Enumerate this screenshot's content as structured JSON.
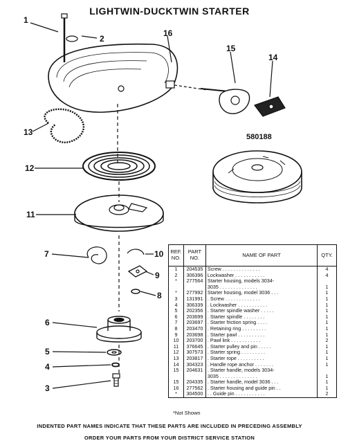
{
  "title": "LIGHTWIN-DUCKTWIN STARTER",
  "callouts": [
    "1",
    "2",
    "16",
    "15",
    "14",
    "13",
    "12",
    "11",
    "7",
    "10",
    "9",
    "8",
    "6",
    "5",
    "4",
    "3"
  ],
  "ref_part_number": "580188",
  "table": {
    "headers": {
      "ref": "REF. NO.",
      "part": "PART NO.",
      "name": "NAME OF PART",
      "qty": "QTY."
    },
    "rows": [
      {
        "ref": "1",
        "part": "204535",
        "name": "Screw . . . . . . . . . . . . . .",
        "qty": "4"
      },
      {
        "ref": "2",
        "part": "306396",
        "name": "Lockwasher . . . . . . . . . . .",
        "qty": "4"
      },
      {
        "ref": "*",
        "part": "277564",
        "name": "Starter housing, models 3034-",
        "qty": ""
      },
      {
        "ref": "",
        "part": "",
        "name": "3035 . . . . . . . . . . . . . .",
        "qty": "1"
      },
      {
        "ref": "*",
        "part": "277992",
        "name": "Starter housing, model 3036 . . .",
        "qty": "1"
      },
      {
        "ref": "3",
        "part": "131991",
        "name": ". Screw . . . . . . . . . . . . .",
        "qty": "1"
      },
      {
        "ref": "4",
        "part": "306339",
        "name": ". Lockwasher . . . . . . . . . . .",
        "qty": "1"
      },
      {
        "ref": "5",
        "part": "202356",
        "name": ". Starter spindle washer . . . . .",
        "qty": "1"
      },
      {
        "ref": "6",
        "part": "203699",
        "name": ". Starter spindle . . . . . . . .",
        "qty": "1"
      },
      {
        "ref": "7",
        "part": "203697",
        "name": ". Starter friction spring . . . .",
        "qty": "1"
      },
      {
        "ref": "8",
        "part": "203470",
        "name": ". Retaining ring . . . . . . . . .",
        "qty": "1"
      },
      {
        "ref": "9",
        "part": "203698",
        "name": ". Starter pawl . . . . . . . . . .",
        "qty": "1"
      },
      {
        "ref": "10",
        "part": "203700",
        "name": ". Pawl link . . . . . . . . . . .",
        "qty": "2"
      },
      {
        "ref": "11",
        "part": "376645",
        "name": ". Starter pulley and pin . . . . .",
        "qty": "1"
      },
      {
        "ref": "12",
        "part": "307573",
        "name": ". Starter spring . . . . . . . . .",
        "qty": "1"
      },
      {
        "ref": "13",
        "part": "203817",
        "name": ". Starter rope . . . . . . . . . .",
        "qty": "1"
      },
      {
        "ref": "14",
        "part": "304323",
        "name": ". Handle rope anchor . . . . . . .",
        "qty": "1"
      },
      {
        "ref": "15",
        "part": "204631",
        "name": ". Starter handle, models 3034-",
        "qty": ""
      },
      {
        "ref": "",
        "part": "",
        "name": "3035 . . . . . . . . . . . . . .",
        "qty": "1"
      },
      {
        "ref": "15",
        "part": "204335",
        "name": ". Starter handle, model 3036 . . .",
        "qty": "1"
      },
      {
        "ref": "16",
        "part": "277562",
        "name": ". Starter housing and guide pin . .",
        "qty": "1"
      },
      {
        "ref": "*",
        "part": "304500",
        "name": ". . Guide pin . . . . . . . . . . .",
        "qty": "2"
      }
    ]
  },
  "not_shown": "*Not Shown",
  "footer_line1": "INDENTED PART NAMES INDICATE THAT THESE PARTS ARE INCLUDED IN PRECEDING ASSEMBLY",
  "footer_line2": "ORDER YOUR PARTS FROM YOUR DISTRICT SERVICE STATION"
}
